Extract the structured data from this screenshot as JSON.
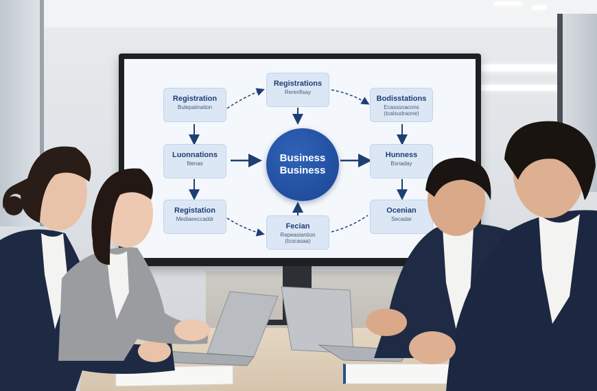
{
  "diagram": {
    "hub": {
      "line1": "Business",
      "line2": "Business"
    },
    "nodes": [
      {
        "title": "Registration",
        "sub": "Bulepaiination"
      },
      {
        "title": "Registrations",
        "sub": "Rerenfisay"
      },
      {
        "title": "Bodisstations",
        "sub": "Ecasssnacons (tcalsudraone)"
      },
      {
        "title": "Luonnations",
        "sub": "fitenas"
      },
      {
        "title": "Hunness",
        "sub": "Bsnaday"
      },
      {
        "title": "Registation",
        "sub": "Mediaeeccaddr"
      },
      {
        "title": "Fecian",
        "sub": "Repeasiantion (tcocasaa)"
      },
      {
        "title": "Ocenian",
        "sub": "Secadar"
      }
    ]
  },
  "colors": {
    "hub": "#1b4593",
    "node_fill": "#dce7f6",
    "node_text": "#1d3f73",
    "arrow": "#1d3f73"
  }
}
